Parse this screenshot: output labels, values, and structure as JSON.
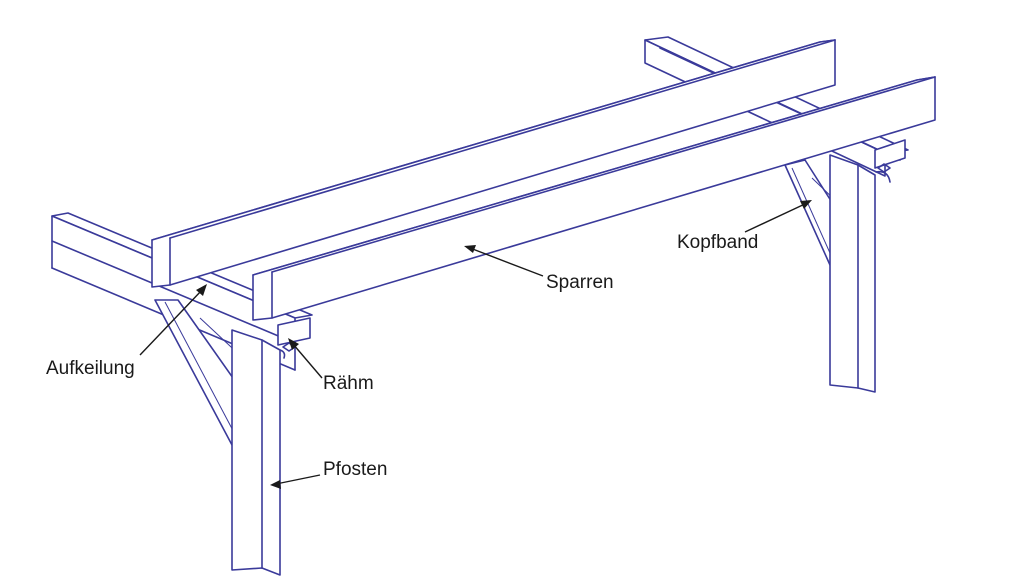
{
  "labels": {
    "aufkeilung": "Aufkeilung",
    "raehm": "Rähm",
    "pfosten": "Pfosten",
    "sparren": "Sparren",
    "kopfband": "Kopfband"
  },
  "colors": {
    "line": "#3a3a9a",
    "arrow": "#1a1a1a",
    "background": "#ffffff"
  }
}
